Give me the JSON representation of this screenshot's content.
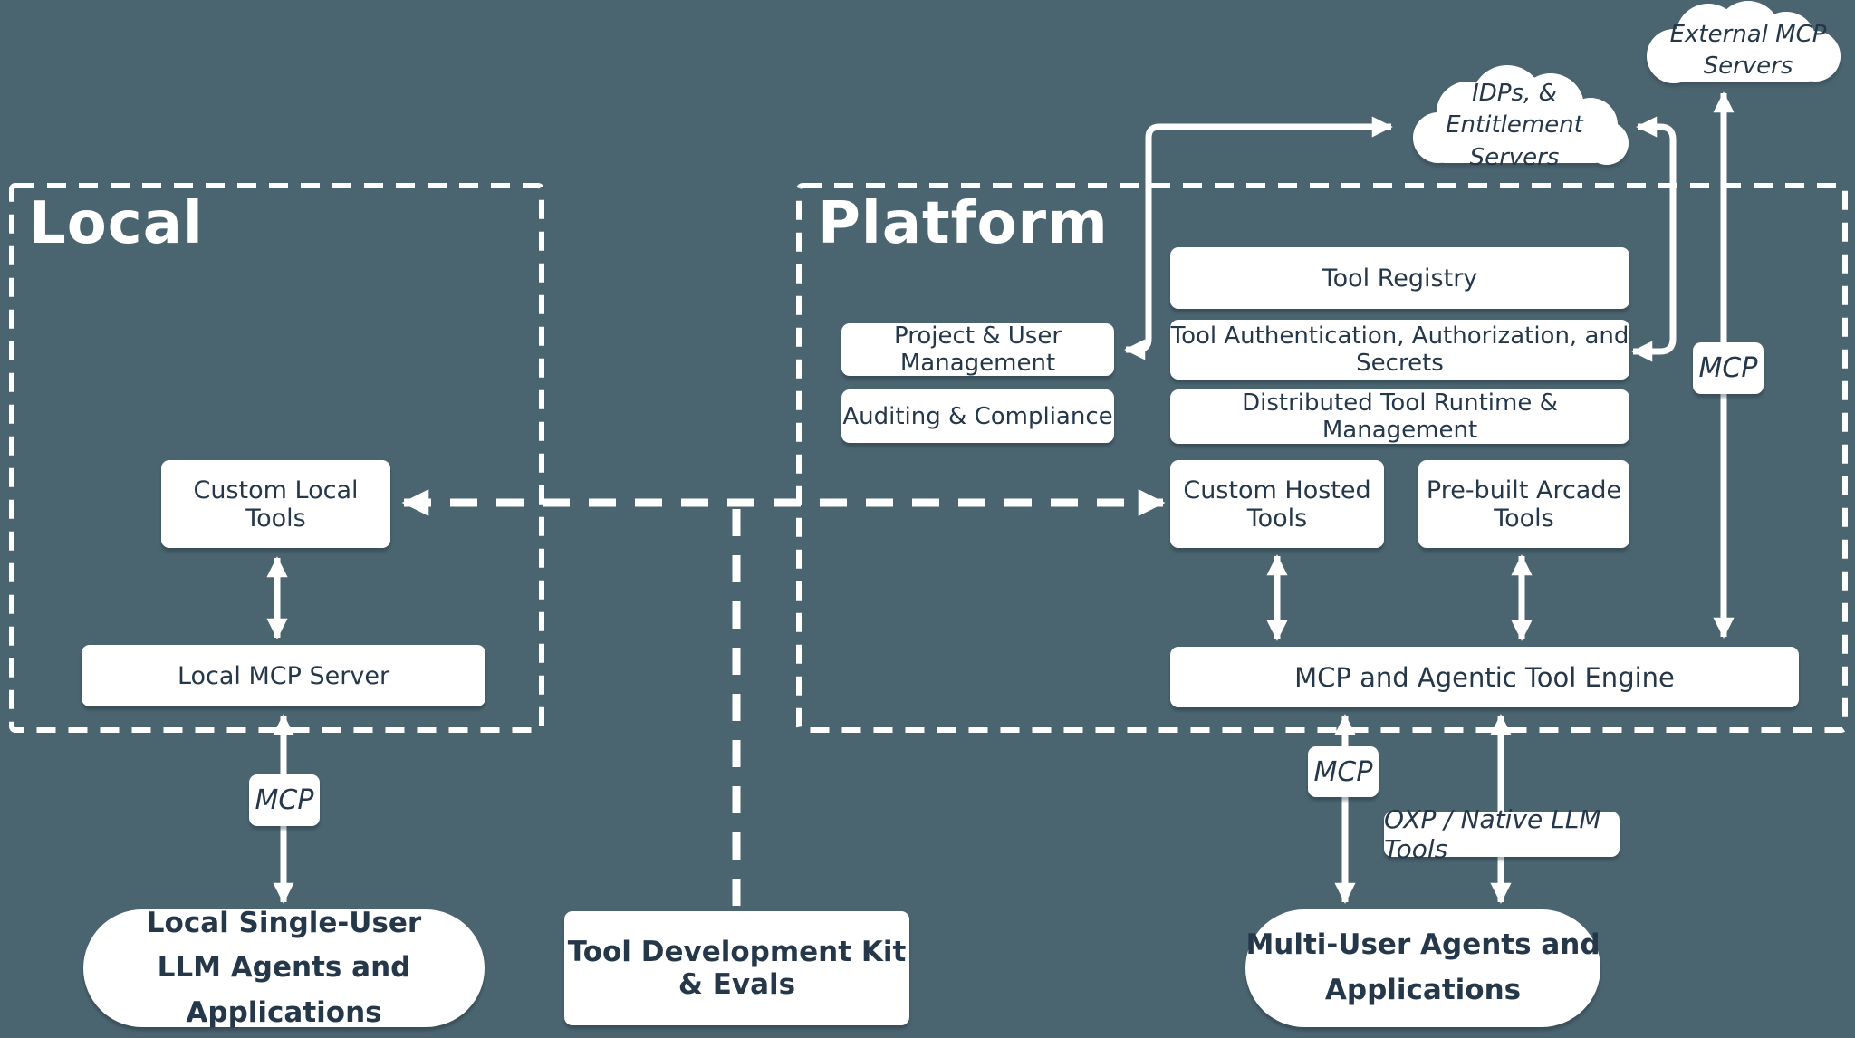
{
  "colors": {
    "background": "#4b6570",
    "box_fill": "#ffffff",
    "text": "#25384a",
    "line": "#ffffff"
  },
  "local": {
    "title": "Local",
    "custom_local_tools": "Custom Local Tools",
    "local_mcp_server": "Local MCP Server",
    "mcp_label": "MCP",
    "agents_line1": "Local Single-User",
    "agents_line2": "LLM Agents and Applications"
  },
  "middle": {
    "tdk": "Tool Development Kit & Evals"
  },
  "platform": {
    "title": "Platform",
    "project_user_management": "Project & User Management",
    "auditing_compliance": "Auditing & Compliance",
    "tool_registry": "Tool Registry",
    "tool_authentication": "Tool Authentication, Authorization, and Secrets",
    "distributed_runtime": "Distributed Tool Runtime & Management",
    "custom_hosted_tools": "Custom Hosted Tools",
    "prebuilt_arcade_tools": "Pre-built Arcade Tools",
    "engine": "MCP and Agentic Tool Engine",
    "mcp_label_right": "MCP",
    "mcp_label_bottom": "MCP",
    "oxp_label": "OXP / Native LLM Tools",
    "multi_user_line1": "Multi-User Agents and",
    "multi_user_line2": "Applications"
  },
  "clouds": {
    "external_mcp": "External MCP Servers",
    "idps_line1": "IDPs, & Entitlement",
    "idps_line2": "Servers"
  }
}
